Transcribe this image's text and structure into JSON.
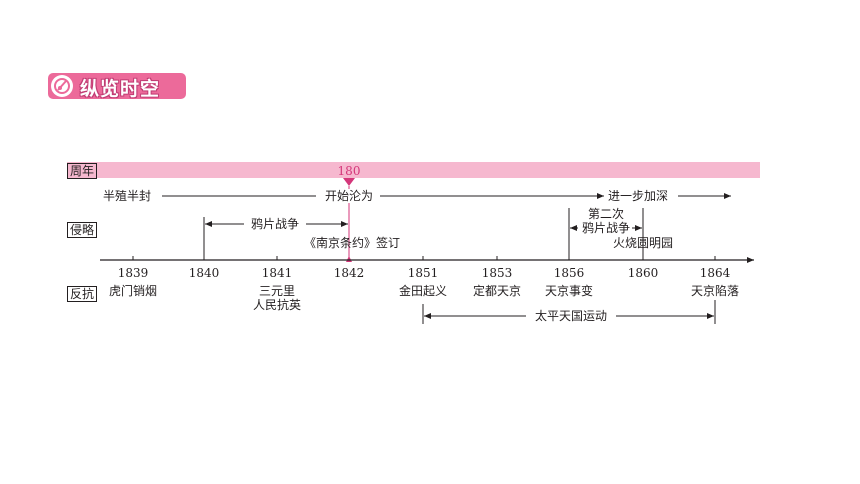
{
  "header": {
    "title": "纵览时空"
  },
  "labels": {
    "anniversary": "周年",
    "invasion": "侵略",
    "resistance": "反抗"
  },
  "timeline": {
    "marker_value": "180",
    "status_left": "半殖半封",
    "status_mid": "开始沦为",
    "status_right": "进一步加深",
    "years": [
      "1839",
      "1840",
      "1841",
      "1842",
      "1851",
      "1853",
      "1856",
      "1860",
      "1864"
    ],
    "invasion_events": {
      "opium_war_1": "鸦片战争",
      "treaty": "《南京条约》签订",
      "opium_war_2_line1": "第二次",
      "opium_war_2_line2": "鸦片战争",
      "burning": "火烧圆明园"
    },
    "resistance_events": {
      "e1839": "虎门销烟",
      "e1841_line1": "三元里",
      "e1841_line2": "人民抗英",
      "e1851": "金田起义",
      "e1853": "定都天京",
      "e1856": "天京事变",
      "e1864": "天京陷落",
      "taiping": "太平天国运动"
    }
  },
  "colors": {
    "accent": "#ec6a9a",
    "band": "#f6b8cf",
    "marker": "#d4367a"
  }
}
